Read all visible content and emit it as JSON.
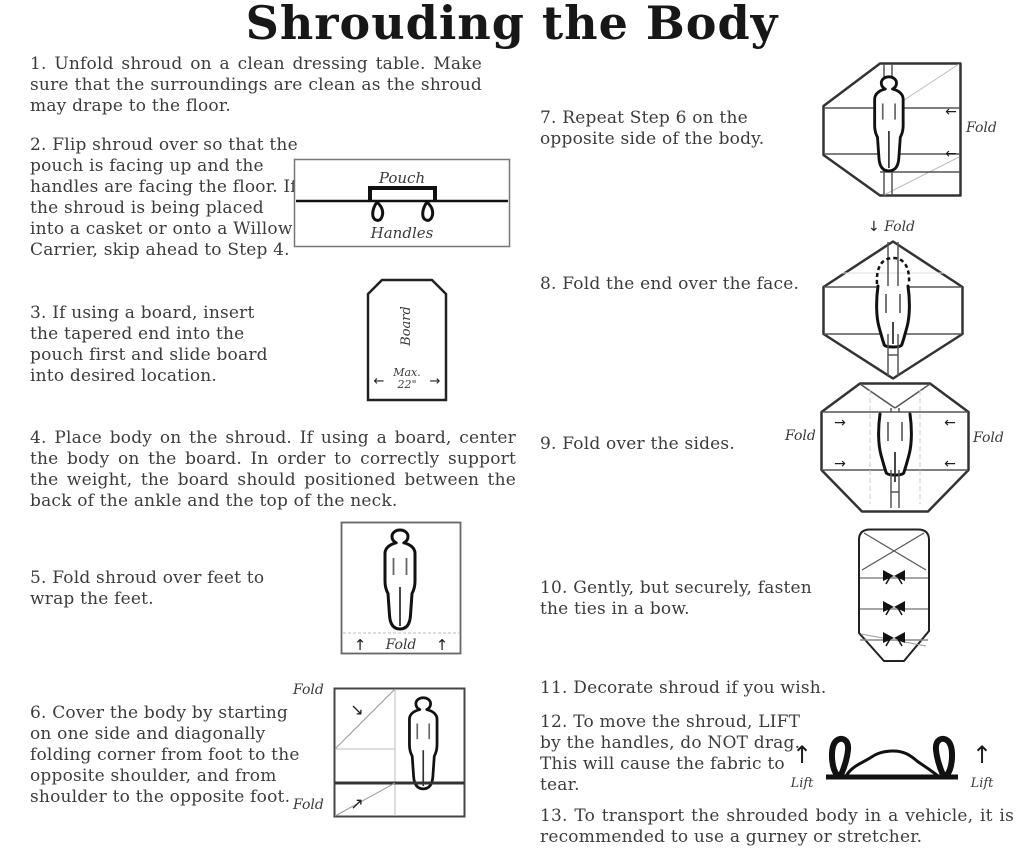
{
  "title": "Shrouding the Body",
  "steps": [
    {
      "text": "1. Unfold shroud on a clean dressing table. Make sure that the surroundings are clean as the shroud may drape to the floor."
    },
    {
      "text": "2. Flip shroud over so that the pouch is facing up and the handles are facing the floor. If the shroud is being placed into a casket or onto a Willow Carrier, skip ahead to Step 4."
    },
    {
      "text": "3. If using a board, insert the tapered end into the pouch first and slide board into desired location."
    },
    {
      "text": "4. Place body on the shroud. If using a board, center the body on the board. In order to correctly support the weight, the board should positioned between the back of the ankle and the top of the neck."
    },
    {
      "text": "5. Fold shroud over feet to wrap the feet."
    },
    {
      "text": "6. Cover the body by starting on one side and diagonally folding corner from foot to the opposite shoulder, and from shoulder to the opposite foot."
    },
    {
      "text": "7. Repeat Step 6 on the opposite side of the body."
    },
    {
      "text": "8. Fold the end over the face."
    },
    {
      "text": "9. Fold over the sides."
    },
    {
      "text": "10. Gently, but securely, fasten the ties in a bow."
    },
    {
      "text": "11. Decorate shroud if you wish."
    },
    {
      "text": "12. To move the shroud, LIFT by the handles, do NOT drag. This will cause the fabric to tear."
    },
    {
      "text": "13. To transport the shrouded body in a vehicle, it is recommended to use a gurney or stretcher."
    }
  ],
  "labels": {
    "pouch": "Pouch",
    "handles": "Handles",
    "board": "Board",
    "max_line1": "Max.",
    "max_line2": "22\"",
    "fold": "Fold",
    "lift": "Lift"
  },
  "icons": {
    "arrow_up": "↑",
    "arrow_down": "↓",
    "arrow_left": "←",
    "arrow_right": "→",
    "arrow_down_right": "↘",
    "arrow_up_right": "↗"
  },
  "colors": {
    "ink": "#171717",
    "body_text": "#3c3c3c",
    "line_dark": "#111111",
    "line_mid": "#555555",
    "line_light": "#bbbbbb"
  }
}
